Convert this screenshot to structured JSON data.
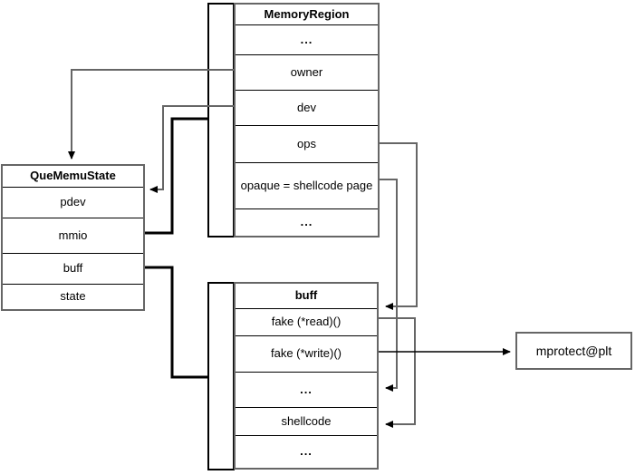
{
  "memory_region": {
    "title": "MemoryRegion",
    "rows": [
      "...",
      "owner",
      "dev",
      "ops",
      "opaque = shellcode page",
      "..."
    ]
  },
  "que_memu_state": {
    "title": "QueMemuState",
    "rows": [
      "pdev",
      "mmio",
      "buff",
      "state"
    ]
  },
  "buff": {
    "title": "buff",
    "rows": [
      "fake (*read)()",
      "fake (*write)()",
      "...",
      "shellcode",
      "..."
    ]
  },
  "mprotect": {
    "label": "mprotect@plt"
  },
  "colors": {
    "box_border": "#666666",
    "row_divider": "#000000",
    "connector_gray": "#666666",
    "connector_black": "#000000",
    "background": "#ffffff"
  }
}
